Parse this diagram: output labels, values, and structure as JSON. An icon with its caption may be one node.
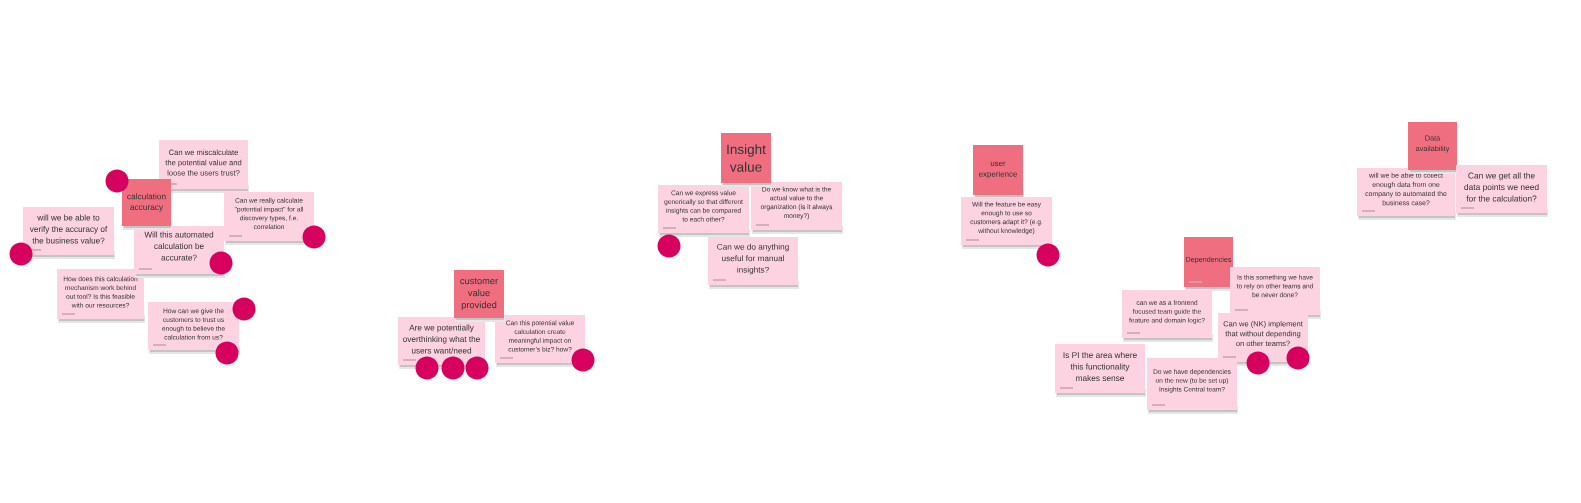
{
  "diagram": {
    "nodes": [
      {
        "text": [
          "calculation accuracy"
        ]
      },
      {
        "text": [
          "Can we miscalculate the potential value and loose the users trust?"
        ]
      },
      {
        "text": [
          "will we be able to verify the accuracy of the business value?"
        ]
      },
      {
        "text": [
          "Will this automated calculation be accurate?"
        ]
      },
      {
        "text": [
          "Can we really calculate \"potential impact\" for all discovery types, f.e. correlation"
        ]
      },
      {
        "text": [
          "How does this calculation mechanism work behind out tool? Is this feasible with our resources?"
        ]
      },
      {
        "text": [
          "How can we give the customers to trust us enough to believe the calculation from us?"
        ]
      },
      {
        "text": [
          "customer value provided"
        ]
      },
      {
        "text": [
          "Are we potentially overthinking what the users want/need"
        ]
      },
      {
        "text": [
          "Can this potential value calculation create meaningful impact on customer’s biz? how?"
        ]
      },
      {
        "text": [
          "Insight value"
        ]
      },
      {
        "text": [
          "Can we express value generically so that different insights can be compared to each other?"
        ]
      },
      {
        "text": [
          "Do we know what is the actual value to the organization (is it always money?)"
        ]
      },
      {
        "text": [
          "Can we do anything useful for manual insights?"
        ]
      },
      {
        "text": [
          "user experience"
        ]
      },
      {
        "text": [
          "Will the feature be easy enough to use so customers adapt it? (e.g. without knowledge)"
        ]
      },
      {
        "text": [
          "Dependencies"
        ]
      },
      {
        "text": [
          "Is this something we have to rely on other teams and be never done?"
        ]
      },
      {
        "text": [
          "can we as a frontend focused team guide the feature and domain logic?"
        ]
      },
      {
        "text": [
          "Can we (NK) implement that without depending on other teams?"
        ]
      },
      {
        "text": [
          "Is PI the area where this functionality makes sense"
        ]
      },
      {
        "text": [
          "Do we have dependencies on the new (to be set up) Insights Central team?"
        ]
      },
      {
        "text": [
          "Data availability"
        ]
      },
      {
        "text": [
          "will we be able to collect enough data from one company to automated the business case?"
        ]
      },
      {
        "text": [
          "Can we get all the data points we need for the calculation?"
        ]
      }
    ]
  }
}
